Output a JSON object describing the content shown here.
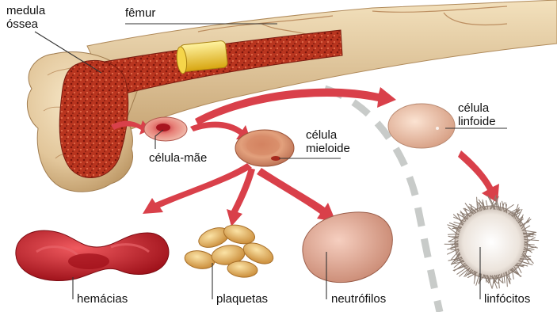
{
  "labels": {
    "medula_ossea": [
      "medula",
      "óssea"
    ],
    "femur": "fêmur",
    "celula_mae": "célula-mãe",
    "celula_mieloide": [
      "célula",
      "mieloide"
    ],
    "celula_linfoide": [
      "célula",
      "linfoide"
    ],
    "hemacias": "hemácias",
    "plaquetas": "plaquetas",
    "neutrofilos": "neutrófilos",
    "linfocitos": "linfócitos"
  },
  "colors": {
    "bone": "#e7cfa8",
    "bone_shadow": "#c9a777",
    "marrow": "#b8321f",
    "marrow_dark": "#7f1a10",
    "arrow": "#d9404a",
    "red_cell": "#c81f2a",
    "platelet": "#e8b862",
    "neutrophil": "#e8b4a2",
    "myeloid": "#e3a37d",
    "lymphoid_cell": "#eec7ae",
    "lymphocyte_fringe": "#9a8c82",
    "dashed_line": "#9aa19d",
    "label_line": "#333333"
  }
}
